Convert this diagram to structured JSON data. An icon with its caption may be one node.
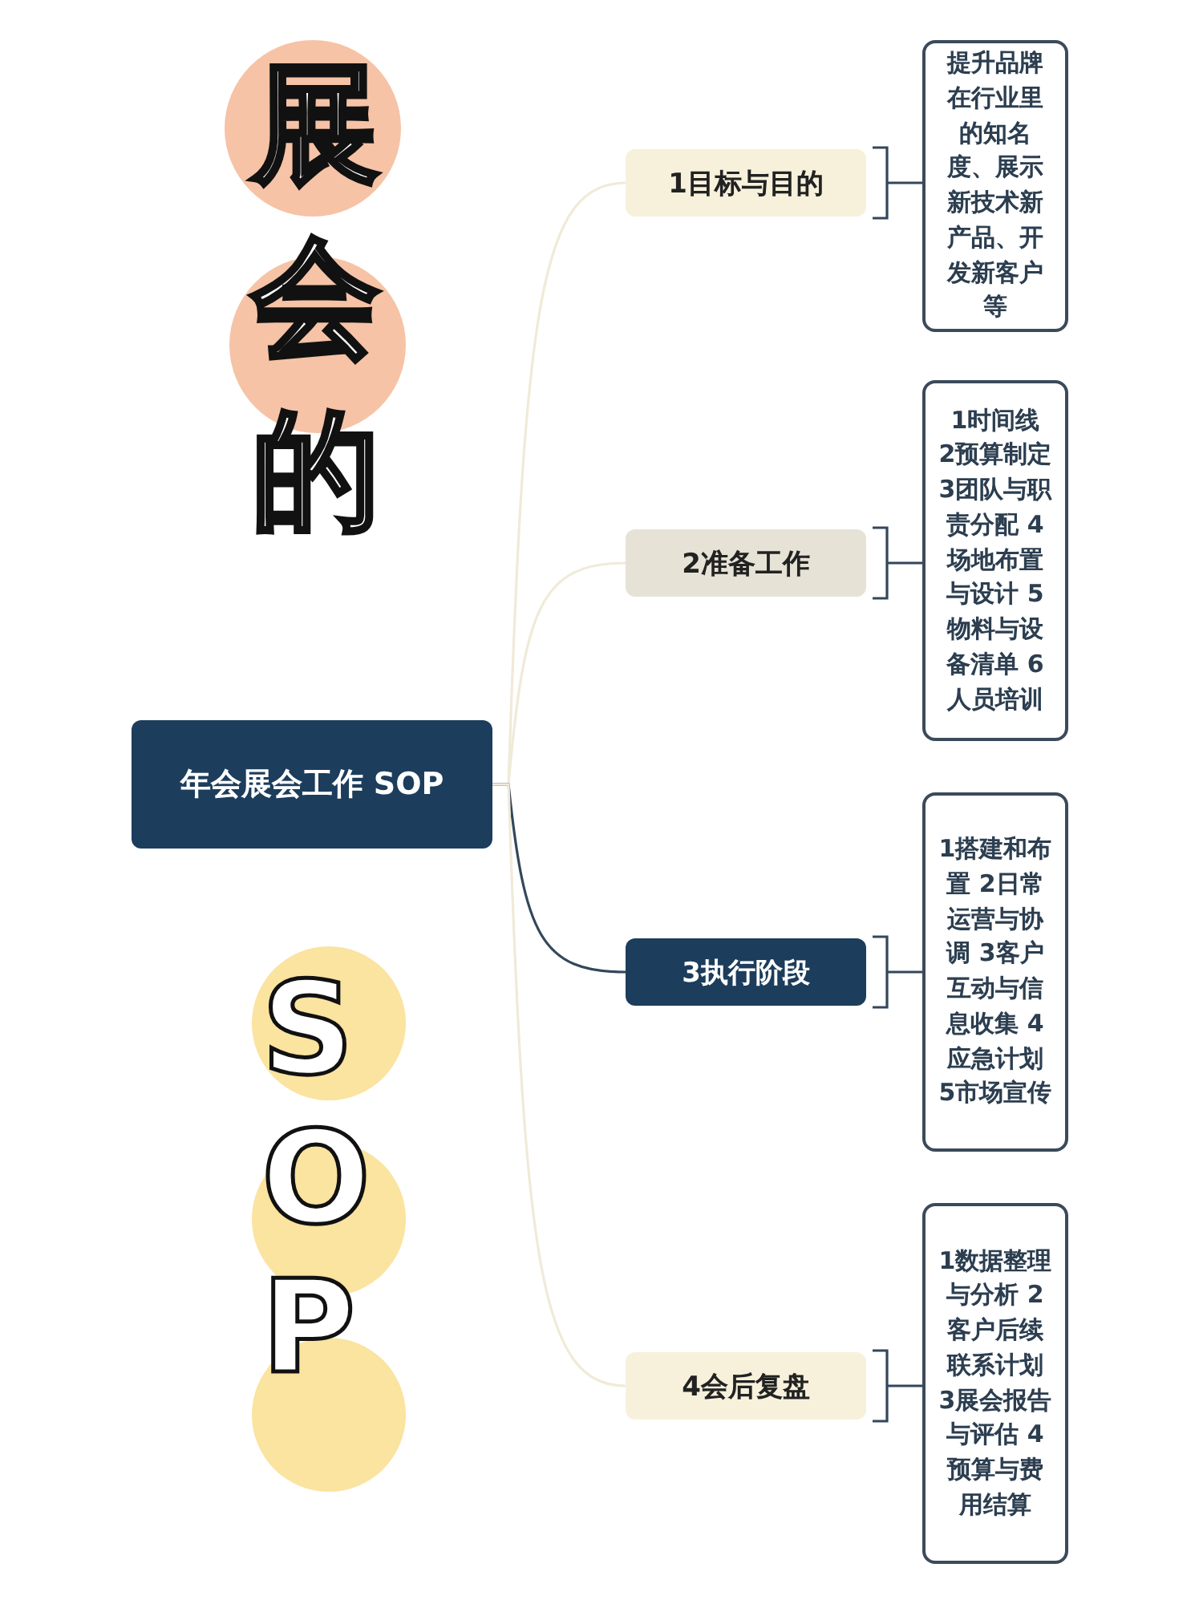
{
  "diagram": {
    "nodes": [
      {
        "text": [
          "年会展会工作 SOP"
        ]
      },
      {
        "text": [
          "1目标与目的"
        ]
      },
      {
        "text": [
          "2准备工作"
        ]
      },
      {
        "text": [
          "3执行阶段"
        ]
      },
      {
        "text": [
          "4会后复盘"
        ]
      },
      {
        "text": [
          "提升品牌在行业里的知名度、展示新技术新产品、开发新客户等"
        ]
      },
      {
        "text": [
          "1时间线 2预算制定 3团队与职责分配 4场地布置与设计 5物料与设备清单 6人员培训"
        ]
      },
      {
        "text": [
          "1搭建和布置 2日常运营与协调 3客户互动与信息收集 4应急计划 5市场宣传"
        ]
      },
      {
        "text": [
          "1数据整理与分析 2客户后续联系计划 3展会报告与评估 4预算与费用结算"
        ]
      }
    ],
    "edges": [
      {
        "from": 0,
        "to": 1,
        "arrow": "none",
        "color": "#f0ead8"
      },
      {
        "from": 0,
        "to": 2,
        "arrow": "none",
        "color": "#f0ead8"
      },
      {
        "from": 0,
        "to": 3,
        "arrow": "none"
      },
      {
        "from": 0,
        "to": 4,
        "arrow": "none",
        "color": "#f0ead8"
      },
      {
        "from": 1,
        "to": 5,
        "arrow": "none"
      },
      {
        "from": 2,
        "to": 6,
        "arrow": "none"
      },
      {
        "from": 3,
        "to": 7,
        "arrow": "none"
      },
      {
        "from": 4,
        "to": 8,
        "arrow": "none"
      }
    ],
    "labels": [
      "展会的",
      "SOP"
    ]
  }
}
